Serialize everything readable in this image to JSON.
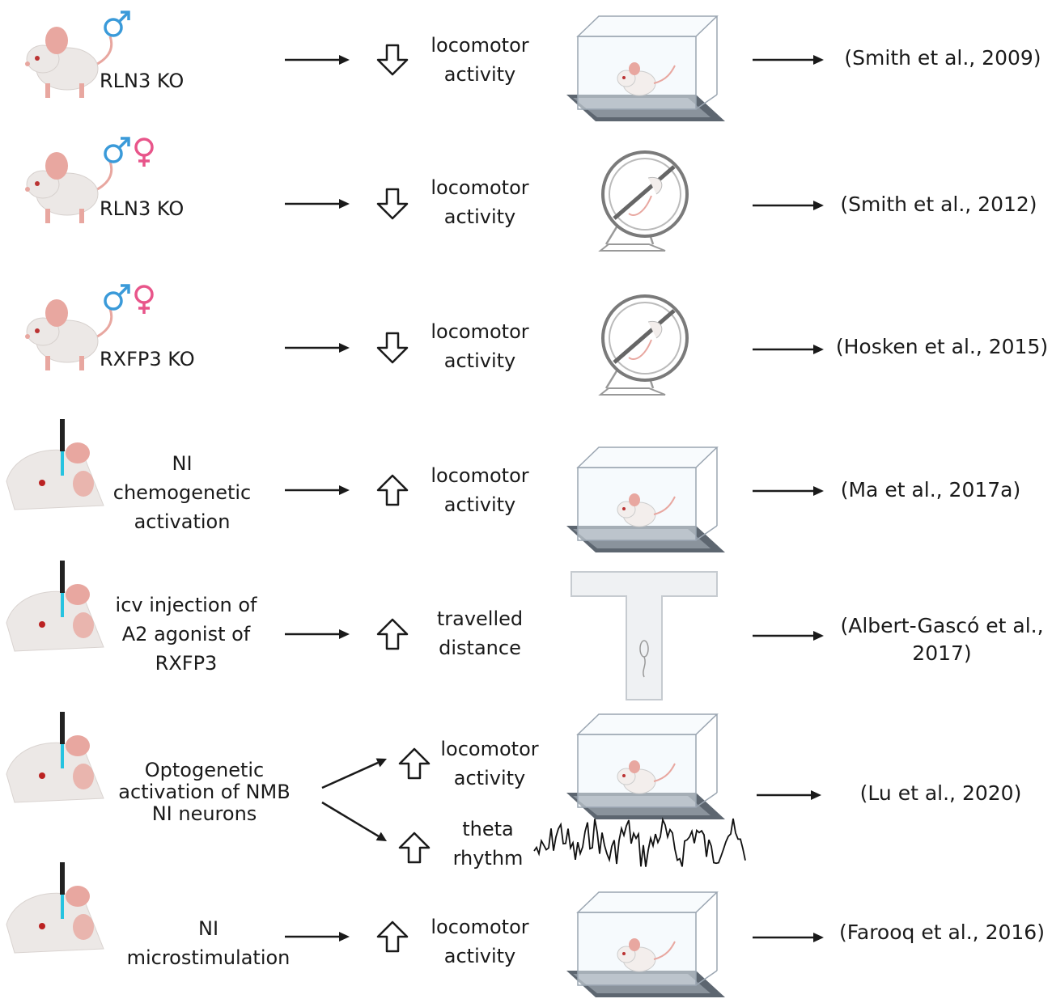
{
  "rows": [
    {
      "subject": "mouse",
      "sex": [
        "male"
      ],
      "condition": [
        "RLN3 KO"
      ],
      "direction": "down",
      "outcome": [
        "locomotor",
        "activity"
      ],
      "apparatus": "open-field",
      "reference": [
        "(Smith et al., 2009)"
      ]
    },
    {
      "subject": "mouse",
      "sex": [
        "male",
        "female"
      ],
      "condition": [
        "RLN3 KO"
      ],
      "direction": "down",
      "outcome": [
        "locomotor",
        "activity"
      ],
      "apparatus": "running-wheel",
      "reference": [
        "(Smith et al., 2012)"
      ]
    },
    {
      "subject": "mouse",
      "sex": [
        "male",
        "female"
      ],
      "condition": [
        "RXFP3 KO"
      ],
      "direction": "down",
      "outcome": [
        "locomotor",
        "activity"
      ],
      "apparatus": "running-wheel",
      "reference": [
        "(Hosken et al., 2015)"
      ]
    },
    {
      "subject": "rat-probe",
      "condition": [
        "NI",
        "chemogenetic",
        "activation"
      ],
      "direction": "up",
      "outcome": [
        "locomotor",
        "activity"
      ],
      "apparatus": "open-field",
      "reference": [
        "(Ma et al., 2017a)"
      ]
    },
    {
      "subject": "rat-probe",
      "condition": [
        "icv injection of",
        "A2 agonist of",
        "RXFP3"
      ],
      "direction": "up",
      "outcome": [
        "travelled",
        "distance"
      ],
      "apparatus": "t-maze",
      "reference": [
        "(Albert-Gascó et al.,",
        "2017)"
      ]
    },
    {
      "subject": "rat-probe",
      "condition": [
        "Optogenetic",
        "activation of NMB",
        "NI neurons"
      ],
      "branches": [
        {
          "direction": "up",
          "outcome": [
            "locomotor",
            "activity"
          ],
          "apparatus": "open-field"
        },
        {
          "direction": "up",
          "outcome": [
            "theta",
            "rhythm"
          ],
          "apparatus": "eeg-trace"
        }
      ],
      "reference": [
        "(Lu et al., 2020)"
      ]
    },
    {
      "subject": "rat-probe",
      "condition": [
        "NI",
        "microstimulation"
      ],
      "direction": "up",
      "outcome": [
        "locomotor",
        "activity"
      ],
      "apparatus": "open-field",
      "reference": [
        "(Farooq et al., 2016)"
      ]
    }
  ],
  "colors": {
    "male": "#3a9ad9",
    "female": "#e8558a",
    "mouse_body": "#ece8e6",
    "mouse_ear": "#e8a7a0",
    "probe_light": "#27c3e0",
    "arrow": "#1a1a1a",
    "floor": "#5d6670"
  }
}
